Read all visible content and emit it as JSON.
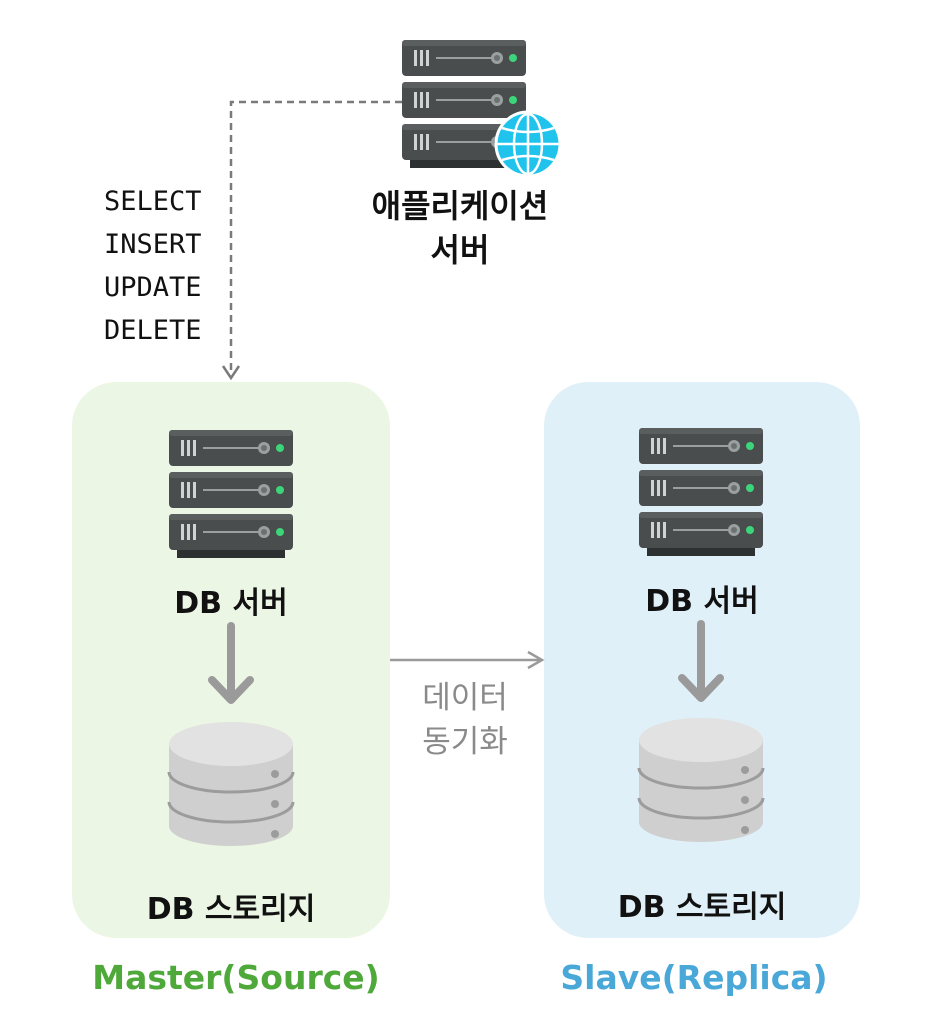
{
  "app_server": {
    "label_line1": "애플리케이션",
    "label_line2": "서버",
    "icon": "server-globe-icon"
  },
  "queries": [
    "SELECT",
    "INSERT",
    "UPDATE",
    "DELETE"
  ],
  "master": {
    "server_label": "DB 서버",
    "storage_label": "DB 스토리지",
    "caption": "Master(Source)",
    "panel_color": "#ecf6e5",
    "caption_color": "#4ea93a"
  },
  "replication": {
    "label_line1": "데이터",
    "label_line2": "동기화"
  },
  "slave": {
    "server_label": "DB 서버",
    "storage_label": "DB 스토리지",
    "caption": "Slave(Replica)",
    "panel_color": "#e0f0f8",
    "caption_color": "#4aa8d8"
  },
  "colors": {
    "server_body": "#4a4d4d",
    "server_dark": "#2e3131",
    "led": "#3dd57a",
    "disk_light": "#dadada",
    "disk_mid": "#c4c4c4",
    "arrow_gray": "#9a9a9a",
    "globe": "#1fc3ec"
  }
}
